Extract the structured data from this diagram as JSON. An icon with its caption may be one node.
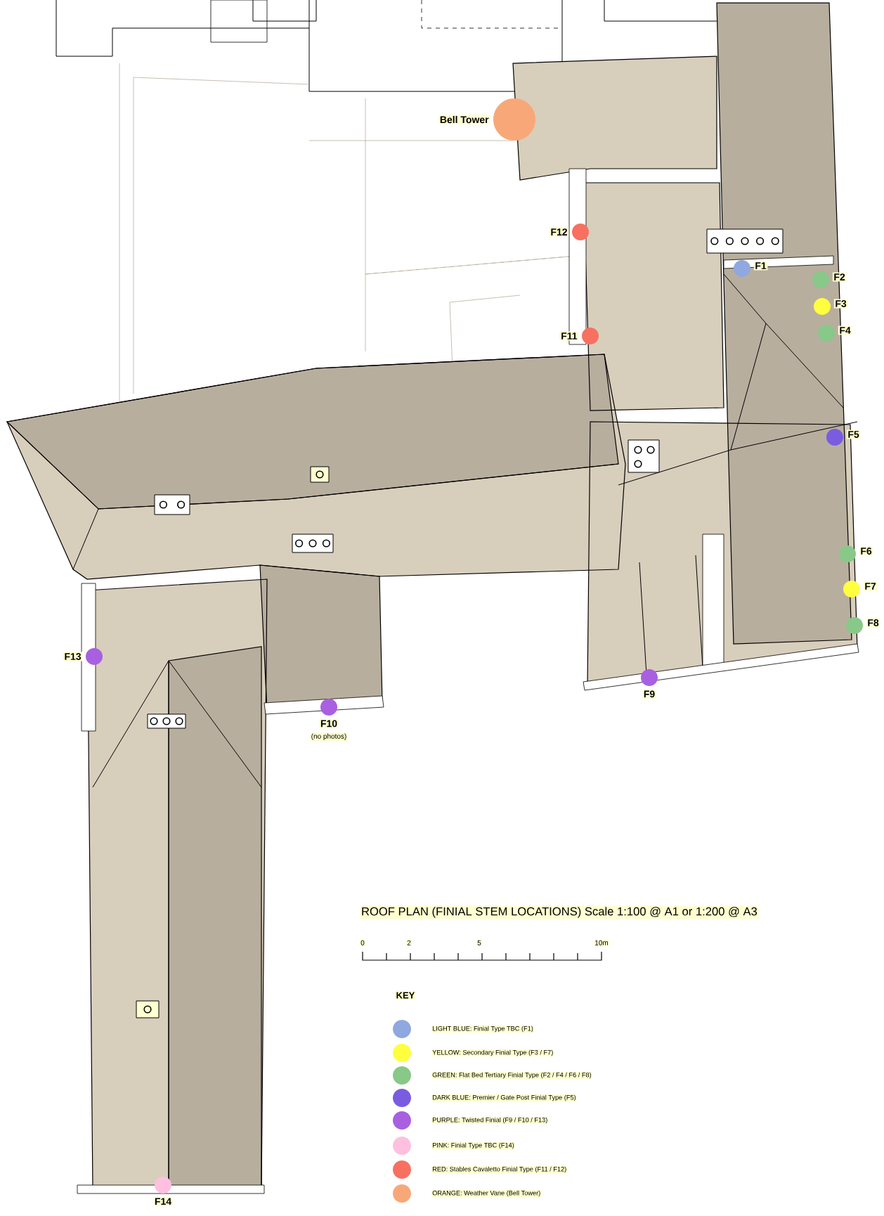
{
  "diagram": {
    "title": "ROOF PLAN (FINIAL STEM LOCATIONS) Scale 1:100 @ A1 or 1:200 @ A3",
    "nodes": [
      {
        "text": [
          "Bell Tower"
        ]
      },
      {
        "text": [
          "F12"
        ]
      },
      {
        "text": [
          "F1"
        ]
      },
      {
        "text": [
          "F2"
        ]
      },
      {
        "text": [
          "F3"
        ]
      },
      {
        "text": [
          "F4"
        ]
      },
      {
        "text": [
          "F11"
        ]
      },
      {
        "text": [
          "F5"
        ]
      },
      {
        "text": [
          "F6"
        ]
      },
      {
        "text": [
          "F7"
        ]
      },
      {
        "text": [
          "F8"
        ]
      },
      {
        "text": [
          "F13"
        ]
      },
      {
        "text": [
          "F9"
        ]
      },
      {
        "text": [
          "F10"
        ],
        "beside": [
          "(no photos)"
        ]
      },
      {
        "text": [
          "F14"
        ]
      }
    ],
    "labels": [
      "0",
      "2",
      "5",
      "10m",
      "KEY"
    ],
    "legend": [
      {
        "text": "LIGHT BLUE: Finial Type TBC (F1)",
        "color": "#8fa8e0"
      },
      {
        "text": "YELLOW: Secondary Finial Type (F3 / F7)",
        "color": "#ffff40"
      },
      {
        "text": "GREEN: Flat Bed Tertiary Finial Type (F2 / F4 / F6 / F8)",
        "color": "#88c888"
      },
      {
        "text": "DARK BLUE: Premier / Gate Post Finial Type (F5)",
        "color": "#7a5ce0"
      },
      {
        "text": "PURPLE: Twisted Finial (F9 / F10 / F13)",
        "color": "#a860e0"
      },
      {
        "text": "PINK: Finial Type TBC (F14)",
        "color": "#ffc0e0"
      },
      {
        "text": "RED: Stables Cavaletto Finial Type (F11 / F12)",
        "color": "#f87060"
      },
      {
        "text": "ORANGE: Weather Vane (Bell Tower)",
        "color": "#f8a878"
      }
    ]
  }
}
